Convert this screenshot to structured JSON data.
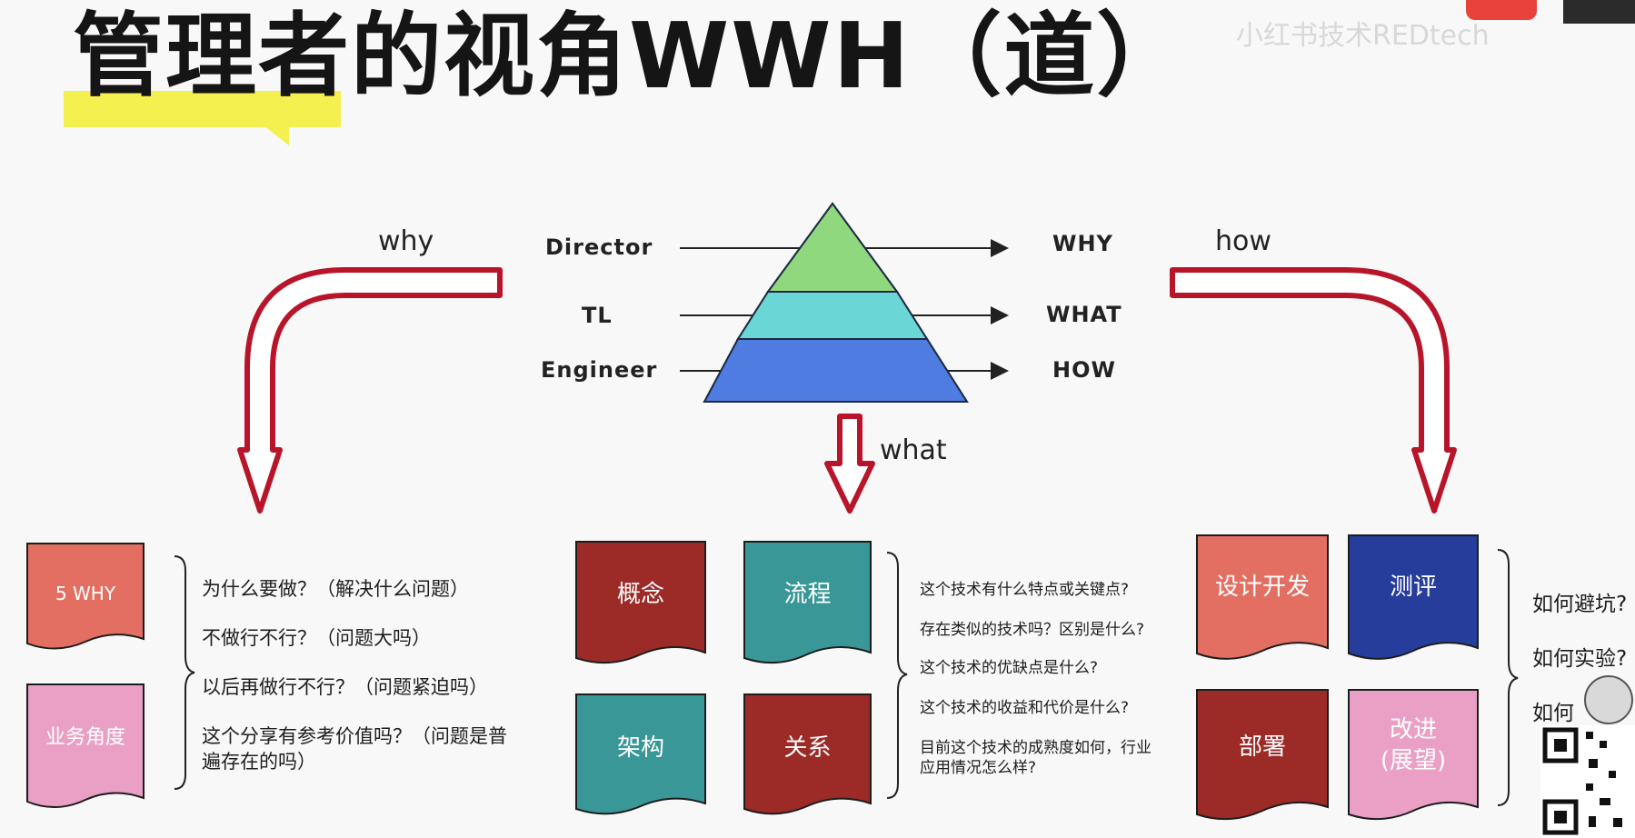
{
  "title": "管理者的视角WWH（道）",
  "watermark": "小红书技术REDtech",
  "colors": {
    "red_arrow": "#b8152a",
    "pyramid_top": "#8fd87d",
    "pyramid_mid": "#6ad6d6",
    "pyramid_bottom": "#4f7ce0",
    "salmon": "#e36f62",
    "pink": "#e9a0c4",
    "dark_red": "#9c2a27",
    "teal": "#3a9797",
    "navy": "#263d9c"
  },
  "arrows": {
    "why": "why",
    "what": "what",
    "how": "how"
  },
  "pyramid": {
    "levels": [
      {
        "role": "Director",
        "focus": "WHY"
      },
      {
        "role": "TL",
        "focus": "WHAT"
      },
      {
        "role": "Engineer",
        "focus": "HOW"
      }
    ]
  },
  "why_section": {
    "cards": [
      "5 WHY",
      "业务角度"
    ],
    "questions": [
      "为什么要做？（解决什么问题）",
      "不做行不行？（问题大吗）",
      "以后再做行不行？（问题紧迫吗）",
      "这个分享有参考价值吗？（问题是普",
      "遍存在的吗）"
    ]
  },
  "what_section": {
    "cards": [
      "概念",
      "流程",
      "架构",
      "关系"
    ],
    "questions": [
      "这个技术有什么特点或关键点?",
      "存在类似的技术吗？区别是什么?",
      "这个技术的优缺点是什么?",
      "这个技术的收益和代价是什么?",
      "目前这个技术的成熟度如何，行业",
      "应用情况怎么样?"
    ]
  },
  "how_section": {
    "cards": [
      "设计开发",
      "测评",
      "部署",
      "改进",
      "(展望)"
    ],
    "questions": [
      "如何避坑?",
      "如何实验?",
      "如何"
    ]
  }
}
